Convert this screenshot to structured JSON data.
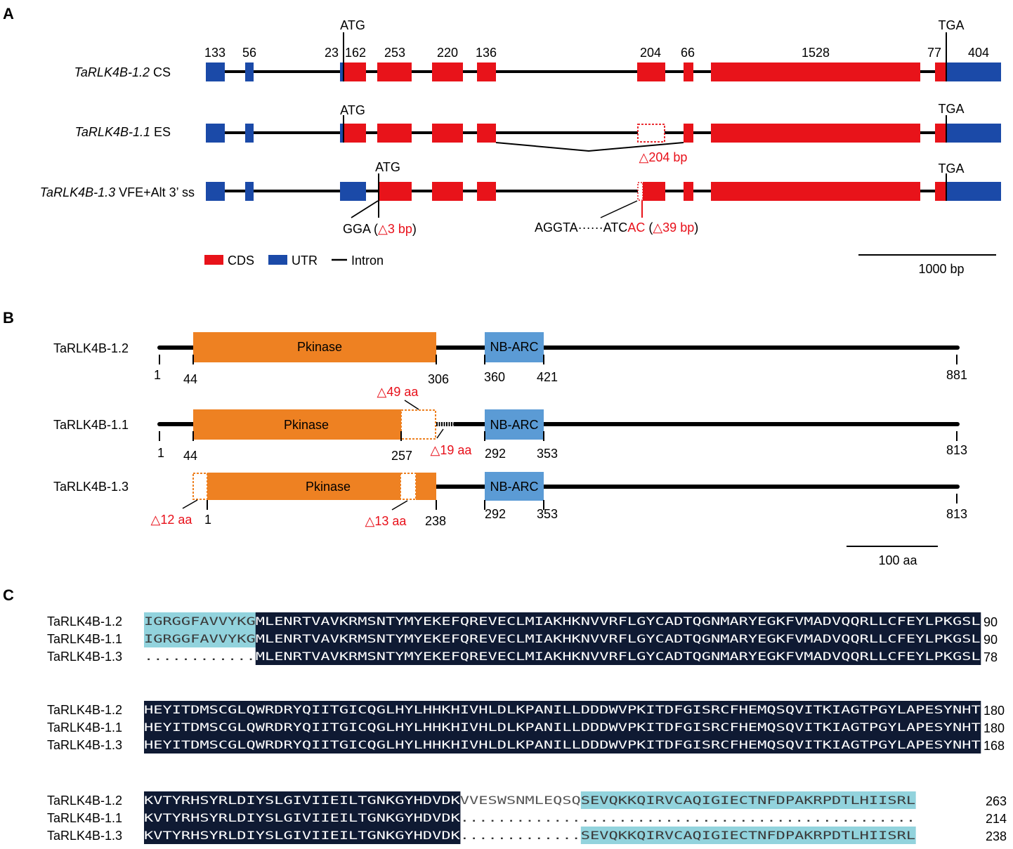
{
  "panels": [
    "A",
    "B",
    "C"
  ],
  "colors": {
    "cds": "#e8131a",
    "utr": "#1b4aa8",
    "domain_orange": "#ee8122",
    "domain_blue": "#5b9bd5",
    "aln_dark": "#0f1a33",
    "aln_cyan": "#92d3dd",
    "red_text": "#e8101a"
  },
  "panel_a": {
    "exon_sizes": [
      "133",
      "56",
      "23",
      "162",
      "253",
      "220",
      "136",
      "204",
      "66",
      "1528",
      "77",
      "404"
    ],
    "isoforms": [
      {
        "name": "TaRLK4B-1.2",
        "suffix": " CS",
        "start": "ATG",
        "stop": "TGA"
      },
      {
        "name": "TaRLK4B-1.1",
        "suffix": " ES",
        "start": "ATG",
        "stop": "TGA",
        "deletion": "△204 bp"
      },
      {
        "name": "TaRLK4B-1.3",
        "suffix": " VFE+Alt 3’ ss",
        "start": "ATG",
        "stop": "TGA"
      }
    ],
    "annot_left": {
      "seq": "GGA",
      "open": " (",
      "del": "△3 bp",
      "close": ")"
    },
    "annot_right": {
      "seq_black": "AGGTA······ATC",
      "seq_red": "AC",
      "open": " (",
      "del": "△39 bp",
      "close": ")"
    },
    "legend": {
      "cds": "CDS",
      "utr": "UTR",
      "intron": "Intron"
    },
    "scale": "1000 bp"
  },
  "panel_b": {
    "domain1": "Pkinase",
    "domain2": "NB-ARC",
    "rows": [
      {
        "name": "TaRLK4B-1.2",
        "ticks": [
          "1",
          "44",
          "306",
          "360",
          "421",
          "881"
        ]
      },
      {
        "name": "TaRLK4B-1.1",
        "ticks": [
          "1",
          "44",
          "257",
          "292",
          "353",
          "813"
        ],
        "del_a": "△49 aa",
        "del_b": "△19 aa"
      },
      {
        "name": "TaRLK4B-1.3",
        "ticks": [
          "1",
          "238",
          "292",
          "353",
          "813"
        ],
        "del_a": "△12 aa",
        "del_b": "△13 aa"
      }
    ],
    "scale": "100 aa"
  },
  "panel_c": {
    "blocks": [
      {
        "rows": [
          {
            "name": "TaRLK4B-1.2",
            "segments": [
              {
                "t": "IGRGGFAVVYKG",
                "c": "cyan"
              },
              {
                "t": "MLENRTVAVKRMSNTYMYEKEFQREVECLMIAKHKNVVRFLGYCADTQGNMARYEGKFVMADVQQRLLCFEYLPKGSL",
                "c": "dark"
              }
            ],
            "num": "90"
          },
          {
            "name": "TaRLK4B-1.1",
            "segments": [
              {
                "t": "IGRGGFAVVYKG",
                "c": "cyan"
              },
              {
                "t": "MLENRTVAVKRMSNTYMYEKEFQREVECLMIAKHKNVVRFLGYCADTQGNMARYEGKFVMADVQQRLLCFEYLPKGSL",
                "c": "dark"
              }
            ],
            "num": "90"
          },
          {
            "name": "TaRLK4B-1.3",
            "segments": [
              {
                "t": "............",
                "c": "gap"
              },
              {
                "t": "MLENRTVAVKRMSNTYMYEKEFQREVECLMIAKHKNVVRFLGYCADTQGNMARYEGKFVMADVQQRLLCFEYLPKGSL",
                "c": "dark"
              }
            ],
            "num": "78"
          }
        ]
      },
      {
        "rows": [
          {
            "name": "TaRLK4B-1.2",
            "segments": [
              {
                "t": "HEYITDMSCGLQWRDRYQIITGICQGLHYLHHKHIVHLDLKPANILLDDDWVPKITDFGISRCFHEMQSQVITKIAGTPGYLAPESYNHT",
                "c": "dark"
              }
            ],
            "num": "180"
          },
          {
            "name": "TaRLK4B-1.1",
            "segments": [
              {
                "t": "HEYITDMSCGLQWRDRYQIITGICQGLHYLHHKHIVHLDLKPANILLDDDWVPKITDFGISRCFHEMQSQVITKIAGTPGYLAPESYNHT",
                "c": "dark"
              }
            ],
            "num": "180"
          },
          {
            "name": "TaRLK4B-1.3",
            "segments": [
              {
                "t": "HEYITDMSCGLQWRDRYQIITGICQGLHYLHHKHIVHLDLKPANILLDDDWVPKITDFGISRCFHEMQSQVITKIAGTPGYLAPESYNHT",
                "c": "dark"
              }
            ],
            "num": "168"
          }
        ]
      },
      {
        "rows": [
          {
            "name": "TaRLK4B-1.2",
            "segments": [
              {
                "t": "KVTYRHSYRLDIYSLGIVIIEILTGNKGYHDVDK",
                "c": "dark"
              },
              {
                "t": "VVESWSNMLEQSQ",
                "c": "plain"
              },
              {
                "t": "SEVQKKQIRVCAQIGIECTNFDPAKRPDTLHIISRL",
                "c": "cyan"
              }
            ],
            "num": "263"
          },
          {
            "name": "TaRLK4B-1.1",
            "segments": [
              {
                "t": "KVTYRHSYRLDIYSLGIVIIEILTGNKGYHDVDK",
                "c": "dark"
              },
              {
                "t": ".................................................",
                "c": "gap"
              }
            ],
            "num": "214"
          },
          {
            "name": "TaRLK4B-1.3",
            "segments": [
              {
                "t": "KVTYRHSYRLDIYSLGIVIIEILTGNKGYHDVDK",
                "c": "dark"
              },
              {
                "t": ".............",
                "c": "gap"
              },
              {
                "t": "SEVQKKQIRVCAQIGIECTNFDPAKRPDTLHIISRL",
                "c": "cyan"
              }
            ],
            "num": "238"
          }
        ]
      }
    ]
  }
}
